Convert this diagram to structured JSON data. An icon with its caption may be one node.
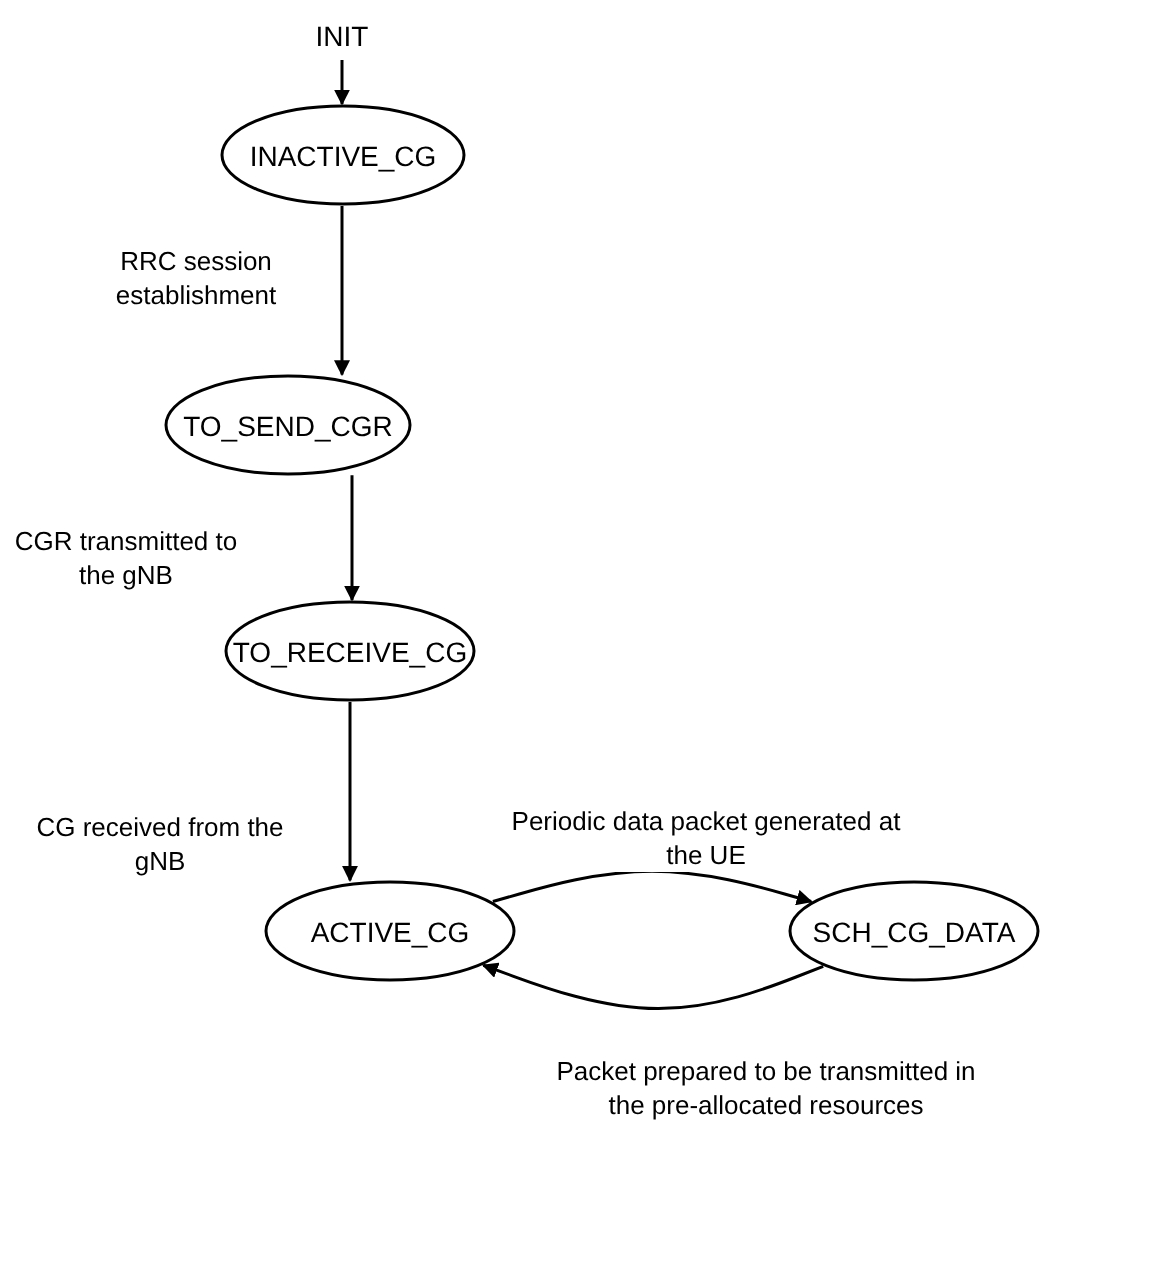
{
  "diagram": {
    "nodes": [
      {
        "text": [
          "INIT"
        ]
      },
      {
        "text": [
          "INACTIVE_CG"
        ]
      },
      {
        "text": [
          "TO_SEND_CGR"
        ]
      },
      {
        "text": [
          "TO_RECEIVE_CG"
        ]
      },
      {
        "text": [
          "ACTIVE_CG"
        ]
      },
      {
        "text": [
          "SCH_CG_DATA"
        ]
      }
    ],
    "edges": [
      {
        "from": 0,
        "to": 1,
        "arrow": "to"
      },
      {
        "from": 1,
        "to": 2,
        "arrow": "to",
        "label": "RRC session establishment"
      },
      {
        "from": 2,
        "to": 3,
        "arrow": "to",
        "label": "CGR transmitted to the gNB"
      },
      {
        "from": 3,
        "to": 4,
        "arrow": "to",
        "label": "CG received from the gNB"
      },
      {
        "from": 4,
        "to": 5,
        "arrow": "to",
        "label": "Periodic data packet generated at the UE"
      },
      {
        "from": 5,
        "to": 4,
        "arrow": "to",
        "label": "Packet prepared to be transmitted in the pre-allocated resources"
      }
    ]
  }
}
